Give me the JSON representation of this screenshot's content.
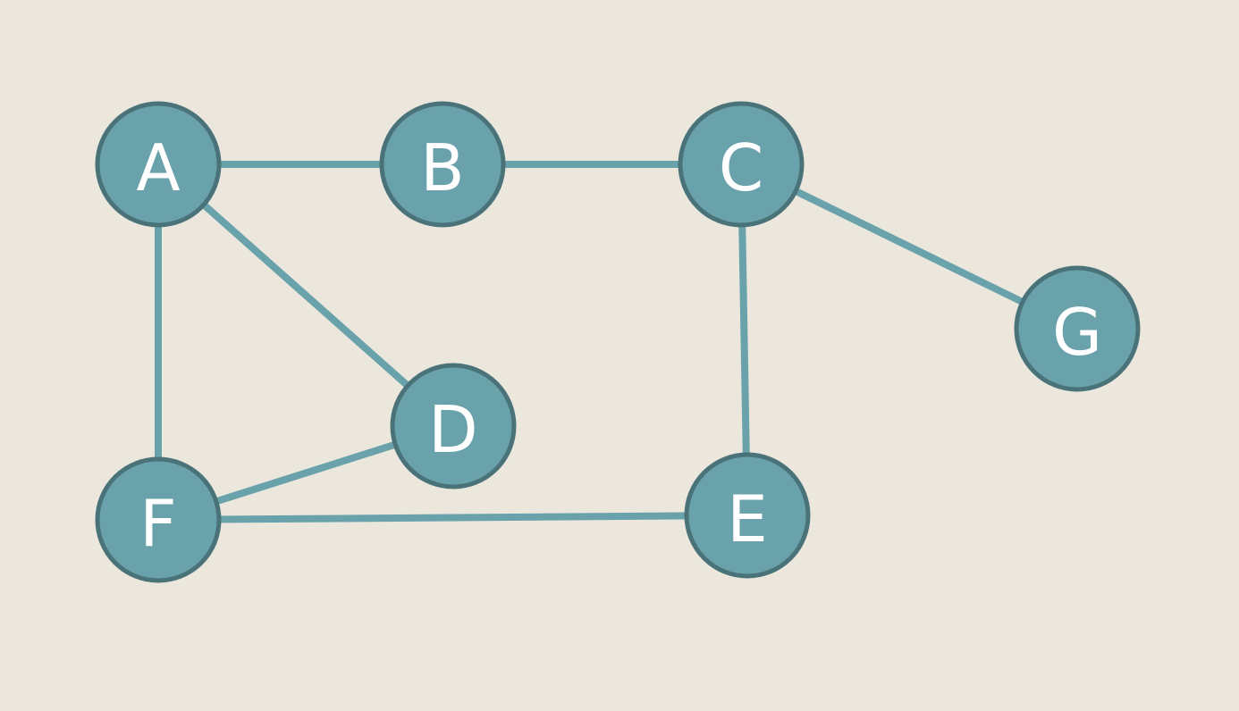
{
  "colors": {
    "background": "#ebe7dd",
    "edge": "#6aa2ac",
    "node_fill": "#6aa2ac",
    "node_stroke": "#4a7279",
    "label": "#ffffff"
  },
  "nodes": [
    {
      "id": "A",
      "label": "A"
    },
    {
      "id": "B",
      "label": "B"
    },
    {
      "id": "C",
      "label": "C"
    },
    {
      "id": "D",
      "label": "D"
    },
    {
      "id": "E",
      "label": "E"
    },
    {
      "id": "F",
      "label": "F"
    },
    {
      "id": "G",
      "label": "G"
    }
  ],
  "edges": [
    {
      "from": "A",
      "to": "B"
    },
    {
      "from": "B",
      "to": "C"
    },
    {
      "from": "C",
      "to": "G"
    },
    {
      "from": "A",
      "to": "D"
    },
    {
      "from": "A",
      "to": "F"
    },
    {
      "from": "C",
      "to": "E"
    },
    {
      "from": "F",
      "to": "D"
    },
    {
      "from": "F",
      "to": "E"
    }
  ]
}
